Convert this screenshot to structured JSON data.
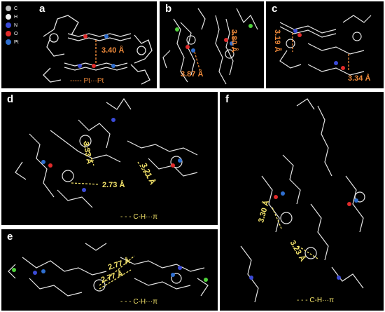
{
  "atom_legend": [
    {
      "symbol": "C",
      "color": "#bdbdbd"
    },
    {
      "symbol": "H",
      "color": "#f2f2f2"
    },
    {
      "symbol": "N",
      "color": "#3b4bd8"
    },
    {
      "symbol": "O",
      "color": "#e12b2b"
    },
    {
      "symbol": "Pt",
      "color": "#2f6fd0"
    }
  ],
  "panels": {
    "a": {
      "label": "a",
      "distance": "3.40 Å",
      "legend": "Pt···Pt",
      "legend_dash": "-----"
    },
    "b": {
      "label": "b",
      "distance_1": "3.87 Å",
      "distance_2": "3.80 Å"
    },
    "c": {
      "label": "c",
      "distance_1": "3.19 Å",
      "distance_2": "3.34 Å"
    },
    "d": {
      "label": "d",
      "distance_1": "3.33 Å",
      "distance_2": "3.21 Å",
      "distance_3": "2.73 Å",
      "legend": "C-H···π",
      "legend_dash": "- - -"
    },
    "e": {
      "label": "e",
      "distance_1": "2.77 Å",
      "distance_2": "2.77 Å",
      "legend": "C-H···π",
      "legend_dash": "- - -"
    },
    "f": {
      "label": "f",
      "distance_1": "3.30 Å",
      "distance_2": "3.23 Å",
      "legend": "C-H···π",
      "legend_dash": "- - -"
    }
  },
  "colors": {
    "pt_pt_distance": "#f08a3a",
    "ch_pi_distance": "#f3e36a",
    "background": "#000000",
    "bond": "#e6e6e6"
  }
}
